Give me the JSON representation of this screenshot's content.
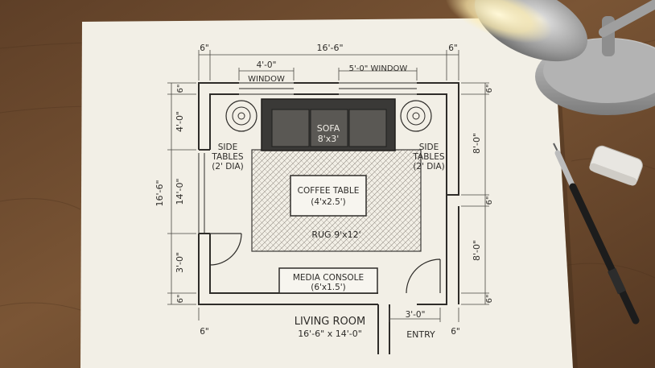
{
  "plan": {
    "room_title": "LIVING ROOM",
    "room_size": "16'-6\" x 14'-0\"",
    "entry": "ENTRY",
    "dim_top_total": "16'-6\"",
    "dim_top_left": "6\"",
    "dim_top_right": "6\"",
    "dim_window_left": "4'-0\"",
    "window_left": "WINDOW",
    "dim_window_right": "5'-0\" WINDOW",
    "dim_left_total": "16'-6\"",
    "dim_left_top": "6\"",
    "dim_left_a": "4'-0\"",
    "dim_left_b": "14'-0\"",
    "dim_left_c": "3'-0\"",
    "dim_left_bottom": "6\"",
    "dim_right_top": "6\"",
    "dim_right_a": "8'-0\"",
    "dim_right_mid": "6\"",
    "dim_right_b": "8'-0\"",
    "dim_right_bottom": "6\"",
    "dim_bottom_left": "6\"",
    "dim_bottom_entry": "3'-0\"",
    "dim_bottom_right": "6\"",
    "sofa": "SOFA",
    "sofa_size": "8'x3'",
    "side_tables_left_1": "SIDE",
    "side_tables_left_2": "TABLES",
    "side_tables_left_3": "(2' DIA)",
    "side_tables_right_1": "SIDE",
    "side_tables_right_2": "TABLES",
    "side_tables_right_3": "(2' DIA)",
    "coffee_table": "COFFEE TABLE",
    "coffee_table_size": "(4'x2.5')",
    "rug": "RUG 9'x12'",
    "media_console": "MEDIA CONSOLE",
    "media_console_size": "(6'x1.5')"
  }
}
